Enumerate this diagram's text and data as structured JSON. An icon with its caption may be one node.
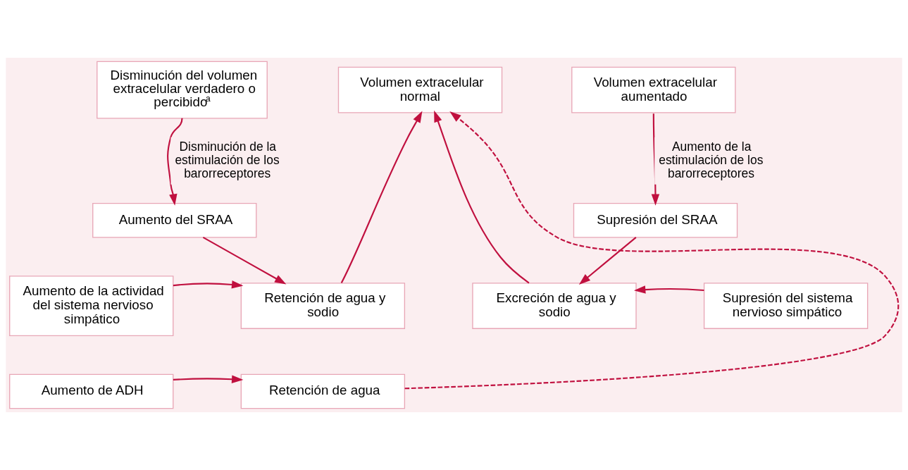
{
  "diagram": {
    "nodes": [
      {
        "text": [
          "Disminución del volumen extracelular verdadero o percibido$^{a}$"
        ]
      },
      {
        "text": [
          "Volumen extracelular normal"
        ]
      },
      {
        "text": [
          "Volumen extracelular aumentado"
        ]
      },
      {
        "text": [
          "Aumento del SRAA"
        ]
      },
      {
        "text": [
          "Aumento de la actividad del sistema nervioso simpático"
        ]
      },
      {
        "text": [
          "Retención de agua y sodio"
        ]
      },
      {
        "text": [
          "Excreción de agua y sodio"
        ]
      },
      {
        "text": [
          "Supresión del SRAA"
        ]
      },
      {
        "text": [
          "Supresión del sistema nervioso simpático"
        ]
      },
      {
        "text": [
          "Aumento de ADH"
        ]
      },
      {
        "text": [
          "Retención de agua"
        ]
      }
    ],
    "edges": [
      {
        "from": 0,
        "to": 3,
        "arrow": "to",
        "label": "Disminución de la estimulación de los barorreceptores"
      },
      {
        "from": 2,
        "to": 7,
        "arrow": "to",
        "label": "Aumento de la estimulación de los barorreceptores"
      },
      {
        "from": 3,
        "to": 5,
        "arrow": "to"
      },
      {
        "from": 4,
        "to": 5,
        "arrow": "to"
      },
      {
        "from": 7,
        "to": 6,
        "arrow": "to"
      },
      {
        "from": 8,
        "to": 6,
        "arrow": "to"
      },
      {
        "from": 5,
        "to": 1,
        "arrow": "to"
      },
      {
        "from": 6,
        "to": 1,
        "arrow": "to"
      },
      {
        "from": 10,
        "to": 1,
        "arrow": "to",
        "style": "dashed"
      },
      {
        "from": 9,
        "to": 10,
        "arrow": "to"
      }
    ]
  }
}
